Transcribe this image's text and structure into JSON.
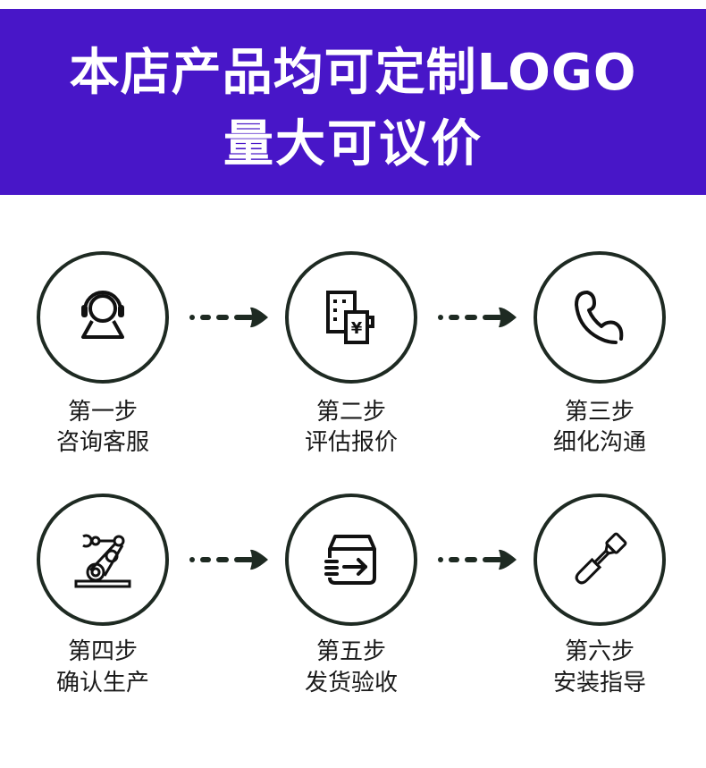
{
  "banner": {
    "line1": "本店产品均可定制LOGO",
    "line2": "量大可议价",
    "background_color": "#4816c8",
    "text_color": "#ffffff"
  },
  "steps": [
    {
      "step": "第一步",
      "title": "咨询客服",
      "icon": "customer-service-headset-icon"
    },
    {
      "step": "第二步",
      "title": "评估报价",
      "icon": "building-yen-invoice-icon"
    },
    {
      "step": "第三步",
      "title": "细化沟通",
      "icon": "phone-handset-icon"
    },
    {
      "step": "第四步",
      "title": "确认生产",
      "icon": "robotic-arm-icon"
    },
    {
      "step": "第五步",
      "title": "发货验收",
      "icon": "delivery-box-icon"
    },
    {
      "step": "第六步",
      "title": "安装指导",
      "icon": "screwdriver-icon"
    }
  ],
  "colors": {
    "circle_stroke": "#1e2a22",
    "arrow": "#1e2a22",
    "label_text": "#1a1a1a"
  }
}
